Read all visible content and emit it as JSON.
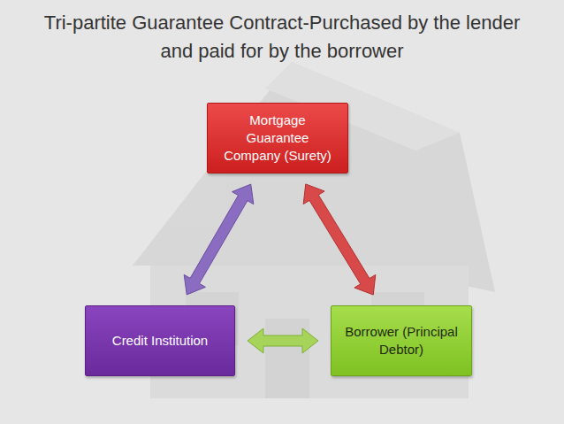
{
  "diagram": {
    "title": "Tri-partite Guarantee Contract-Purchased by the lender and paid for by the borrower",
    "nodes": [
      {
        "text": [
          "Mortgage Guarantee Company (Surety)"
        ]
      },
      {
        "text": [
          "Credit Institution"
        ]
      },
      {
        "text": [
          "Borrower (Principal Debtor)"
        ]
      }
    ],
    "edges": [
      {
        "from": 1,
        "to": 0,
        "arrow": "both"
      },
      {
        "from": 0,
        "to": 2,
        "arrow": "both"
      },
      {
        "from": 1,
        "to": 2,
        "arrow": "both"
      }
    ]
  }
}
